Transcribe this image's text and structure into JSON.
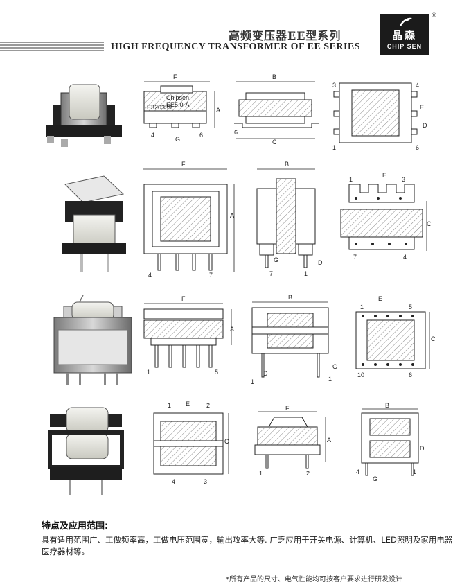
{
  "header": {
    "title_cn": "高频变压器EE型系列",
    "title_en": "HIGH FREQUENCY TRANSFORMER OF EE SERIES",
    "logo_cn": "晶森",
    "logo_en": "CHIP SEN",
    "logo_reg": "®"
  },
  "rows": [
    {
      "front": {
        "dim": "F",
        "left_pin": "4",
        "right_pin": "6",
        "bottom_dim": "G",
        "side_dim": "A",
        "marking": "Chipsen",
        "model": "EE5.0-A",
        "cert": "E320339"
      },
      "side": {
        "top_dim": "B",
        "bottom_dim": "C",
        "pin": "6"
      },
      "bottom": {
        "tl": "3",
        "tr": "4",
        "bl": "1",
        "br": "6",
        "dim_e": "E",
        "dim_d": "D"
      }
    },
    {
      "front": {
        "dim": "F",
        "left_pin": "4",
        "right_pin": "7",
        "side_dim": "A"
      },
      "side": {
        "top_dim": "B",
        "bottom_dim": "G",
        "pin_l": "7",
        "pin_r": "1",
        "dim_d": "D"
      },
      "bottom": {
        "tl": "1",
        "tr": "3",
        "bl": "7",
        "br": "4",
        "dim_e": "E",
        "dim_c": "C"
      }
    },
    {
      "front": {
        "dim": "F",
        "left_pin": "1",
        "right_pin": "5",
        "side_dim": "A"
      },
      "side": {
        "top_dim": "B",
        "pin_l": "1",
        "pin_r": "1",
        "dim_d": "D",
        "dim_g": "G"
      },
      "bottom": {
        "tl": "1",
        "tr": "5",
        "bl": "10",
        "br": "6",
        "dim_e": "E",
        "dim_c": "C"
      }
    },
    {
      "front": {
        "tl": "1",
        "tr": "2",
        "dim_e": "E",
        "bl": "4",
        "br": "3",
        "side_dim": "C"
      },
      "side": {
        "top_dim": "F",
        "pin_l": "1",
        "pin_r": "2",
        "side_dim": "A"
      },
      "bottom": {
        "top_dim": "B",
        "dim_g": "G",
        "pin_l": "4",
        "pin_r": "1",
        "dim_d": "D"
      }
    }
  ],
  "features": {
    "title": "特点及应用范围:",
    "body": "具有适用范围广、工做频率高，工做电压范围宽，输出攻率大等. 广乏应用于开关电源、计算机、LED照明及家用电器医疗器材等。"
  },
  "footnote": "*所有产品的尺寸、电气性能均可按客户要求进行研发设计"
}
